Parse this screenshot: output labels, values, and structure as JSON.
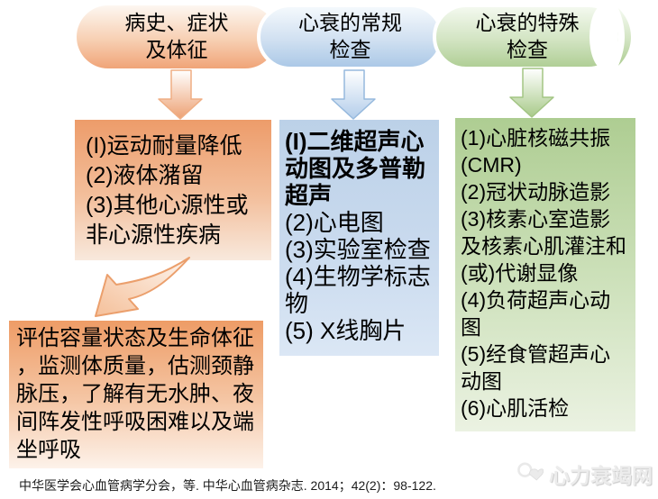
{
  "header": {
    "pills": [
      {
        "label": "病史、症状\n及体征"
      },
      {
        "label": "心衰的常规\n检查"
      },
      {
        "label": "心衰的特殊\n检查"
      }
    ]
  },
  "boxes": {
    "symptoms": {
      "text": "(I)运动耐量降低\n(2)液体潴留\n(3)其他心源性或\n非心源性疾病"
    },
    "routine": {
      "item1": "(I)二维超声心\n动图及多普勒\n超声",
      "rest": "(2)心电图\n(3)实验室检查\n(4)生物学标志\n物\n(5) X线胸片"
    },
    "special": {
      "text": "(1)心脏核磁共振\n(CMR)\n(2)冠状动脉造影\n(3)核素心室造影\n及核素心肌灌注和\n(或)代谢显像\n(4)负荷超声心动\n图\n(5)经食管超声心\n动图\n(6)心肌活检"
    },
    "assessment": {
      "text": "评估容量状态及生命体征\n，监测体质量，估测颈静\n脉压，了解有无水肿、夜\n间阵发性呼吸困难以及端\n坐呼吸"
    }
  },
  "footer": {
    "citation": "中华医学会心血管病学分会，等. 中华心血管病杂志. 2014；42(2)：98-122.",
    "watermark_text": "心力衰竭网"
  },
  "colors": {
    "orange": "#ee9c6c",
    "blue": "#b9cfe7",
    "green": "#aecd92"
  },
  "icons": {
    "watermark_logo": "heart-site-logo-icon"
  }
}
